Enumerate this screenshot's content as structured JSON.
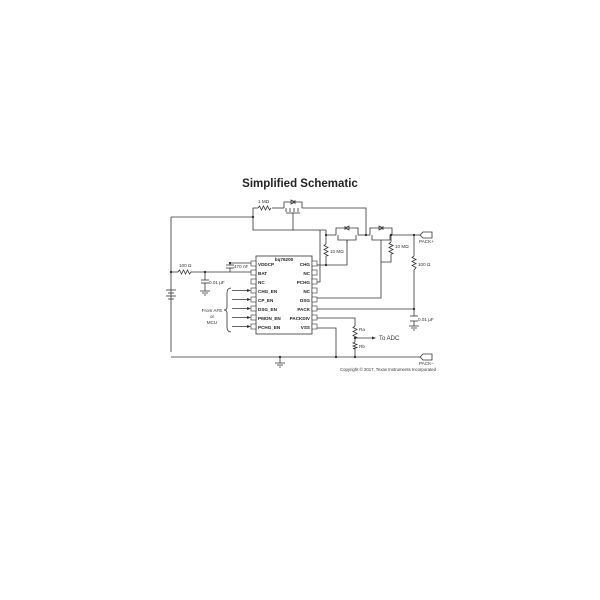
{
  "title": "Simplified Schematic",
  "ic": {
    "name": "bq76200",
    "left_pins": [
      "VDDCP",
      "BAT",
      "NC",
      "CHG_EN",
      "CP_EN",
      "DSG_EN",
      "PMON_EN",
      "PCHG_EN"
    ],
    "right_pins": [
      "CHG",
      "NC",
      "PCHG",
      "NC",
      "DSG",
      "PACK",
      "PACKDIV",
      "VSS"
    ]
  },
  "components": {
    "r_precharge": "1 MΩ",
    "r_bat": "100 Ω",
    "c_vddcp": "470 nF",
    "c_bat": "0.01 µF",
    "r_chg_gate": "10 MΩ",
    "r_dsg_gate": "10 MΩ",
    "r_pack": "100 Ω",
    "c_pack": "0.01 µF",
    "ra": "Ra",
    "rb": "Rb"
  },
  "labels": {
    "from_afe": "From AFE",
    "or": "or",
    "mcu": "MCU",
    "to_adc": "To ADC",
    "pack_plus": "PACK+",
    "pack_minus": "PACK−"
  },
  "copyright": "Copyright © 2017, Texas Instruments Incorporated"
}
